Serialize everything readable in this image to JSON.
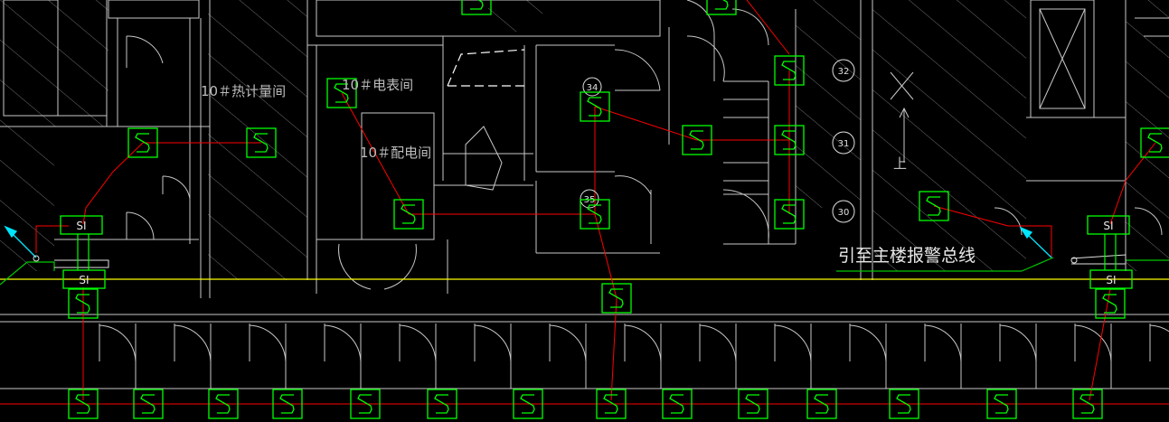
{
  "labels": {
    "heat_meter_room": "10＃热计量间",
    "meter_room": "10＃电表间",
    "power_room": "10＃配电间",
    "bus_note": "引至主楼报警总线",
    "stair_up": "上",
    "module_si": "SI"
  },
  "bubbles": [
    "34",
    "35",
    "32",
    "31",
    "30"
  ],
  "icons": {
    "smoke_detector": "smoke-detector-icon",
    "isolation_module": "isolation-module-icon",
    "arrow": "cyan-arrow-icon"
  },
  "colors": {
    "background": "#000000",
    "wall": "#c8c8c8",
    "hatch": "#6e6e6e",
    "detector": "#00ff00",
    "wire_red": "#ff0000",
    "wire_yellow": "#ffff00",
    "wire_green": "#00c800",
    "arrow": "#00e5ff"
  }
}
